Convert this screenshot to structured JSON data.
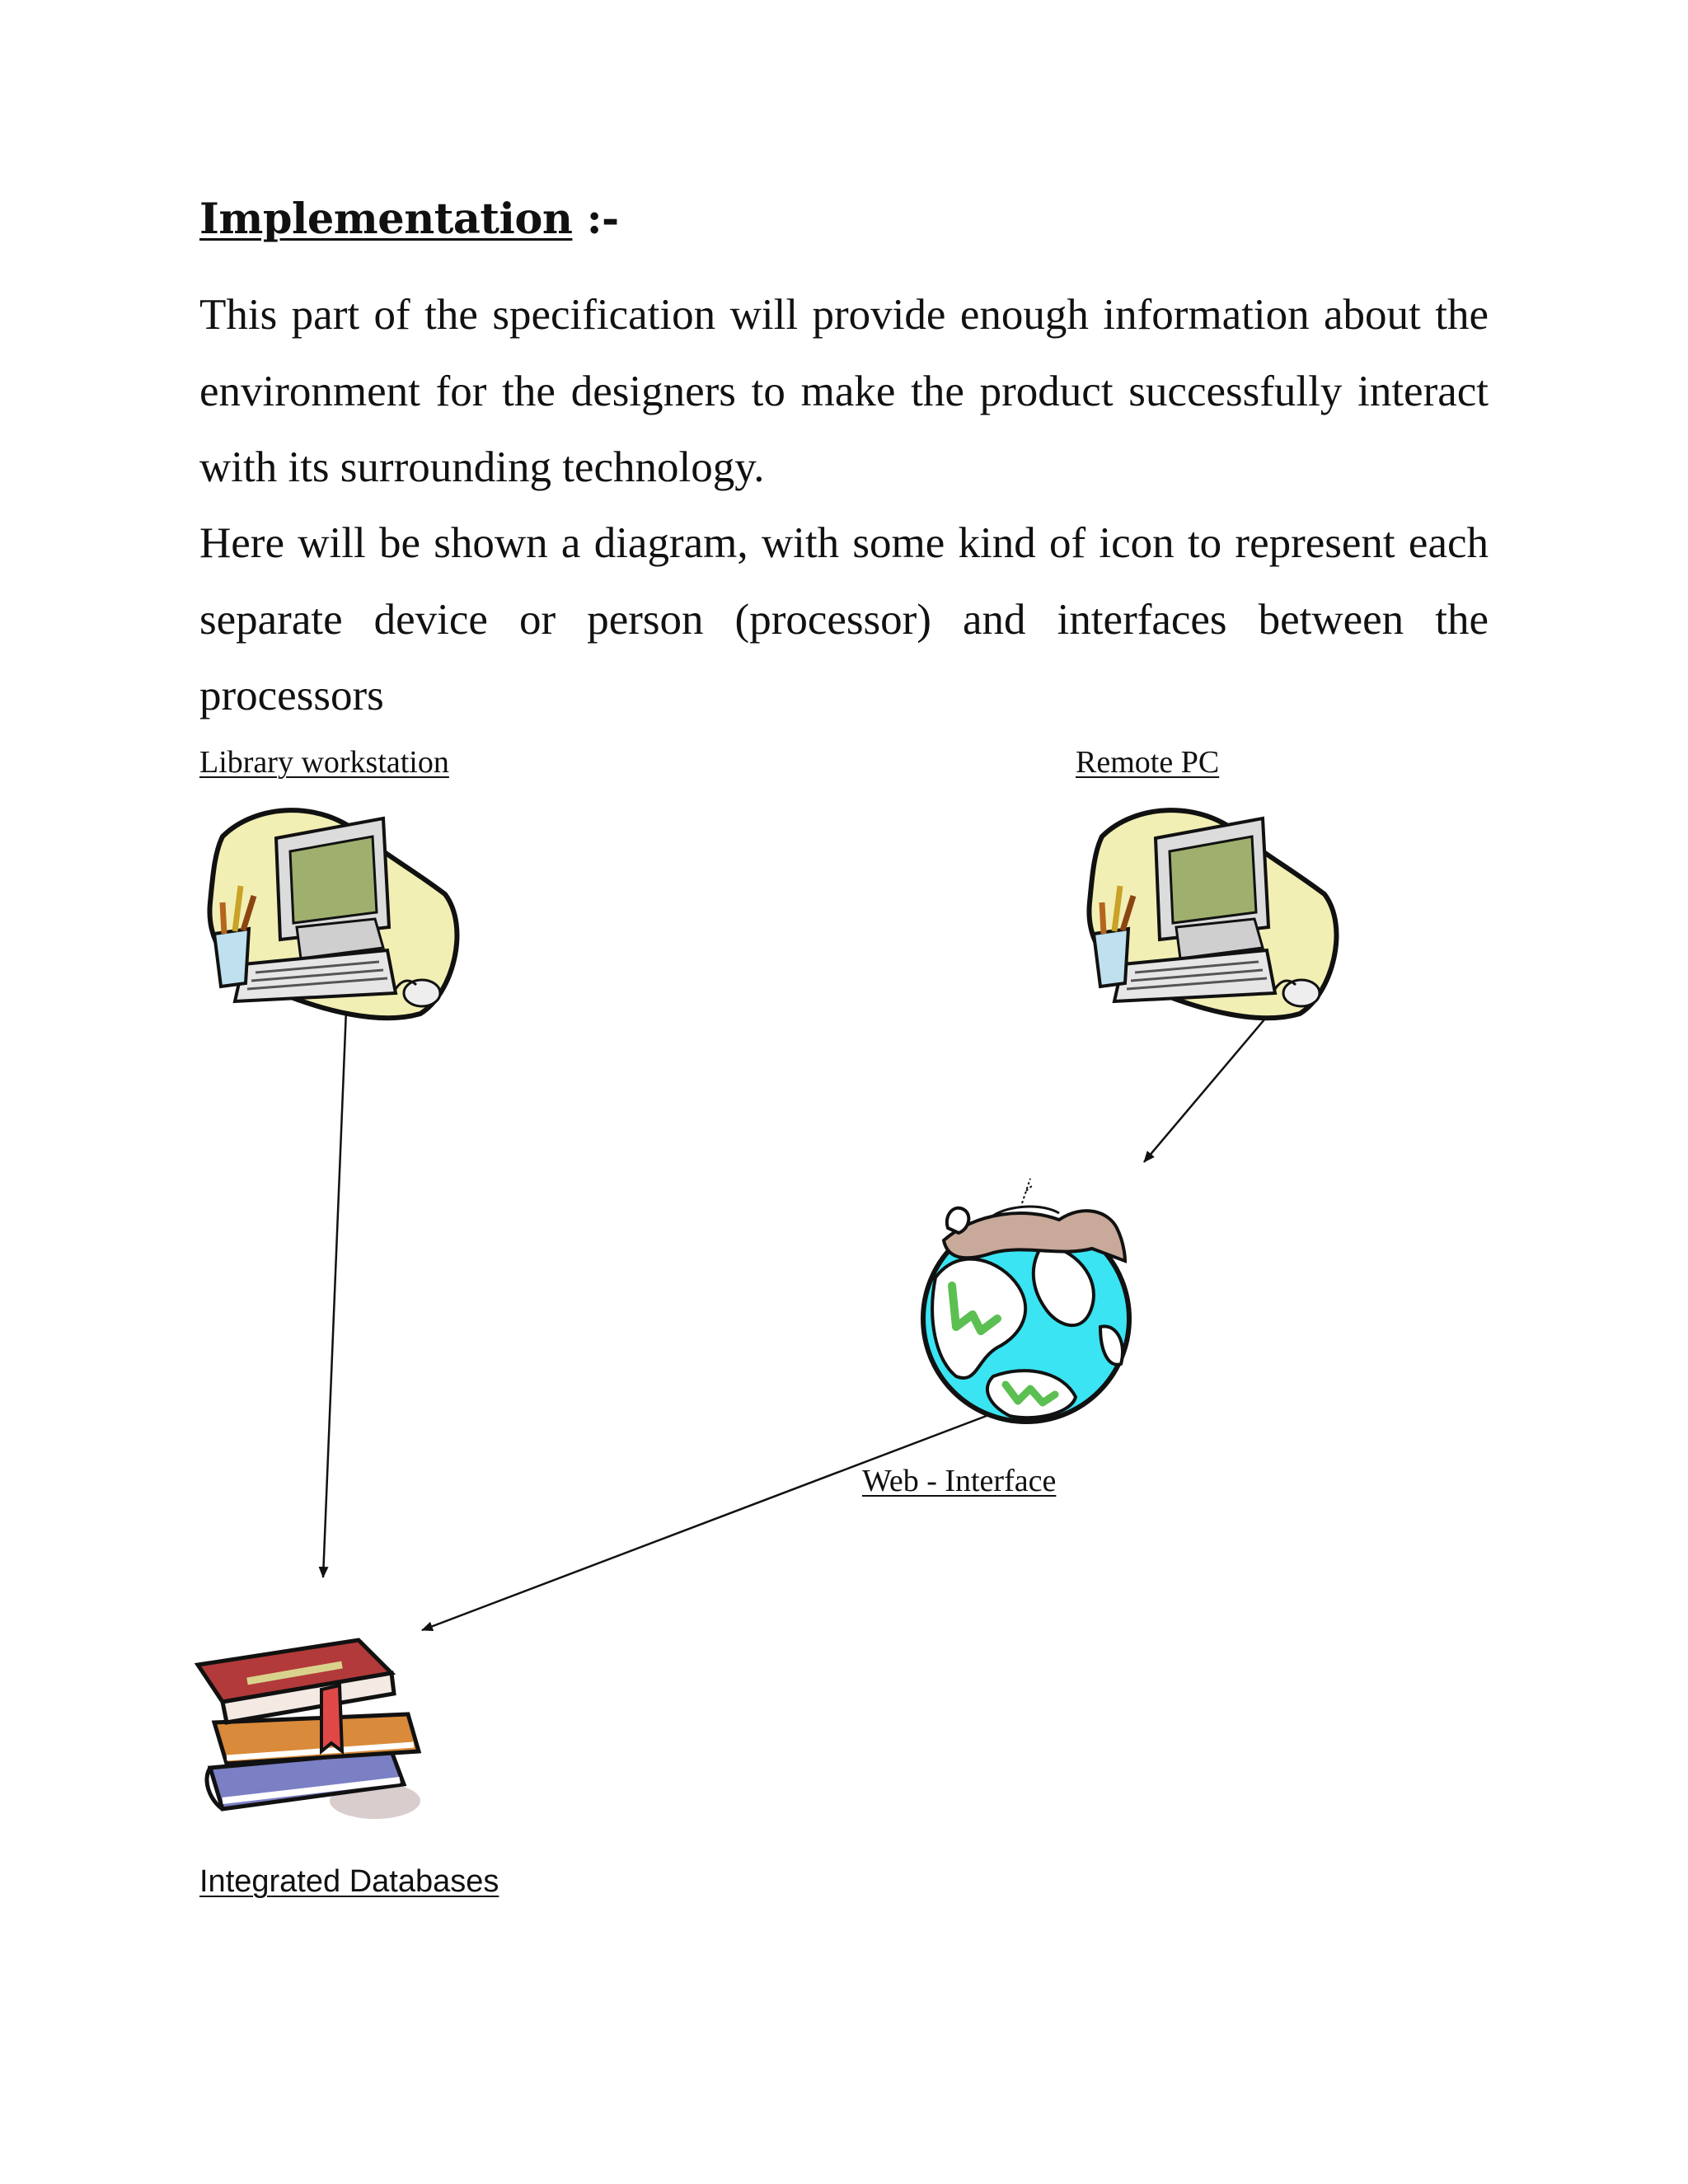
{
  "document": {
    "heading": "Implementation",
    "heading_suffix": " :-",
    "paragraph1": "This part of the specification will provide enough information about the environment for the designers to make the product successfully interact with its surrounding technology.",
    "paragraph2": "Here will be shown a diagram, with some kind of icon to represent each separate device or person (processor) and interfaces between the processors"
  },
  "diagram": {
    "nodes": [
      {
        "id": "library-workstation",
        "label": "Library workstation",
        "icon": "computer-icon"
      },
      {
        "id": "remote-pc",
        "label": "Remote PC",
        "icon": "computer-icon"
      },
      {
        "id": "web-interface",
        "label": "Web - Interface",
        "icon": "globe-icon"
      },
      {
        "id": "integrated-databases",
        "label": "Integrated Databases",
        "icon": "books-icon"
      }
    ],
    "edges": [
      {
        "from": "library-workstation",
        "to": "integrated-databases"
      },
      {
        "from": "remote-pc",
        "to": "web-interface"
      },
      {
        "from": "web-interface",
        "to": "integrated-databases"
      }
    ]
  }
}
